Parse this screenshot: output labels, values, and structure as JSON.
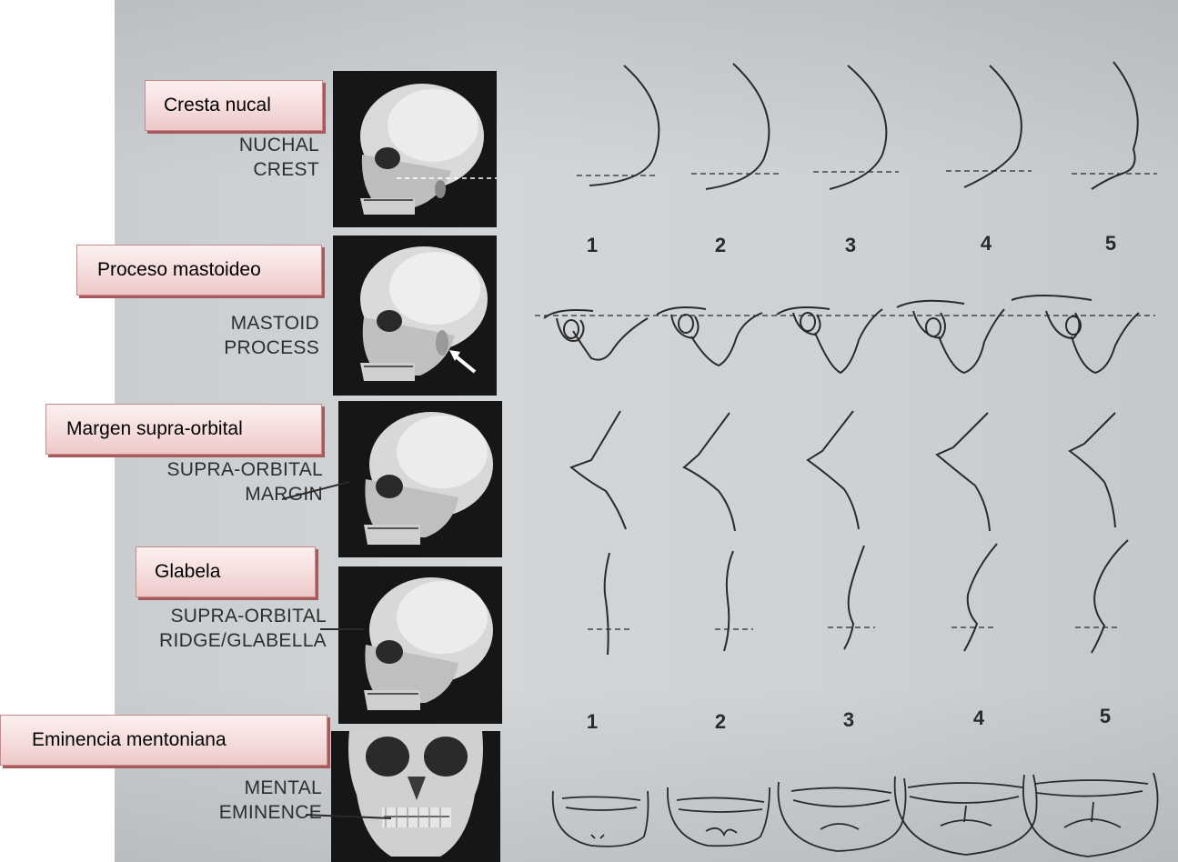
{
  "callouts": [
    {
      "id": "nuchal",
      "text": "Cresta nucal"
    },
    {
      "id": "mastoid",
      "text": "Proceso mastoideo"
    },
    {
      "id": "supraorbital",
      "text": "Margen supra-orbital"
    },
    {
      "id": "glabella",
      "text": "Glabela"
    },
    {
      "id": "mental",
      "text": "Eminencia mentoniana"
    }
  ],
  "labels": {
    "nuchal": [
      "NUCHAL",
      "CREST"
    ],
    "mastoid": [
      "MASTOID",
      "PROCESS"
    ],
    "supraorbital": [
      "SUPRA-ORBITAL",
      "MARGIN"
    ],
    "glabella": [
      "SUPRA-ORBITAL",
      "RIDGE/GLABELLA"
    ],
    "mental": [
      "MENTAL",
      "EMINENCE"
    ]
  },
  "score_numbers_top": [
    "1",
    "2",
    "3",
    "4",
    "5"
  ],
  "score_numbers_bottom": [
    "1",
    "2",
    "3",
    "4",
    "5"
  ],
  "colors": {
    "callout_fill": "#f5dcdc",
    "callout_border": "#c98a8a",
    "paper": "#cfd3d5",
    "ink": "#2a2a2a",
    "photo_bg": "#161616"
  }
}
